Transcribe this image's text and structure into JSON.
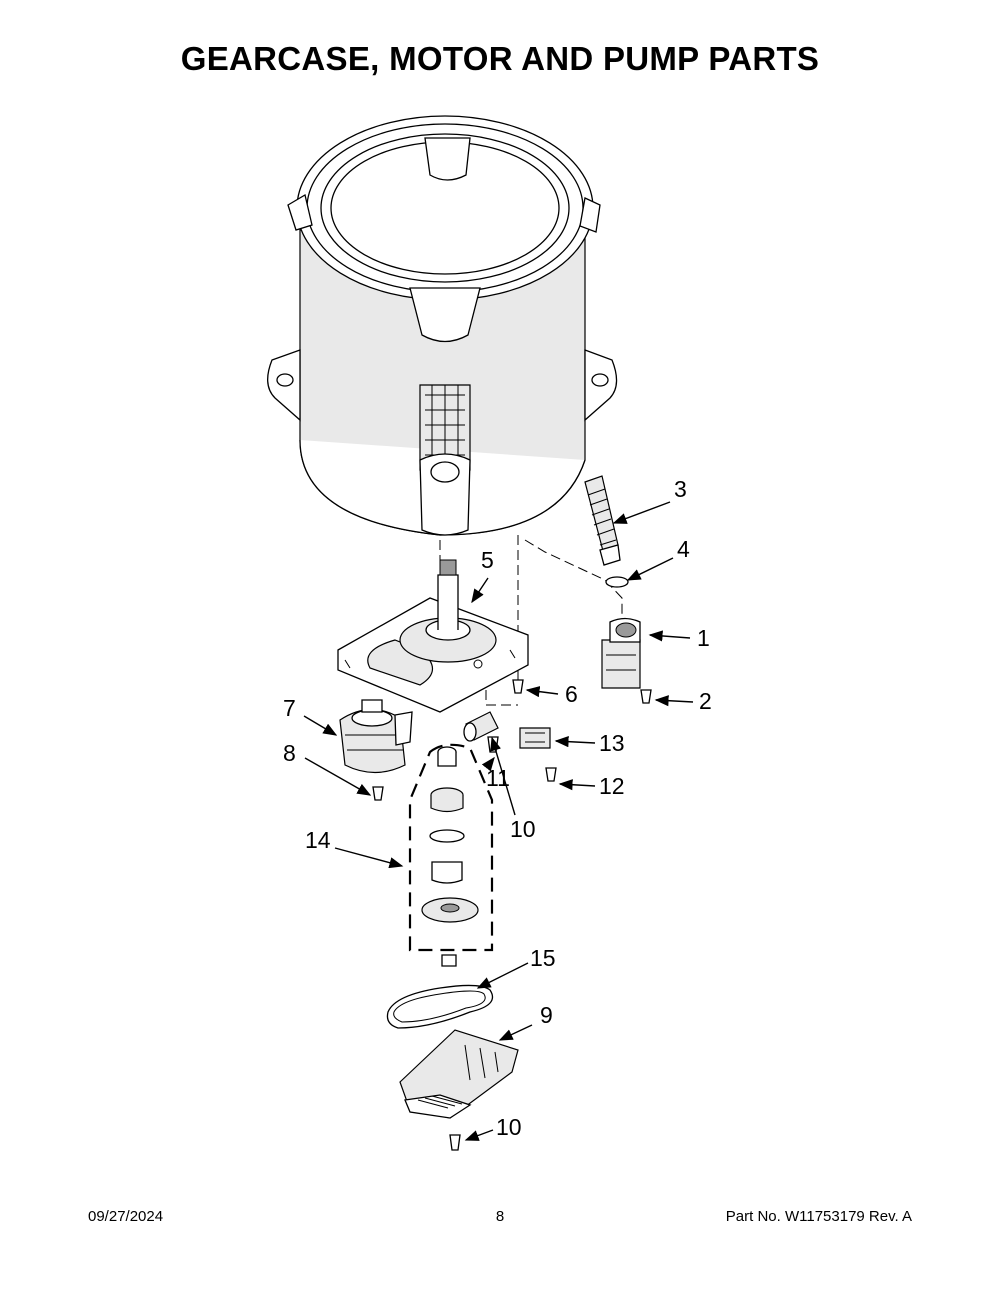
{
  "title": "GEARCASE, MOTOR AND PUMP PARTS",
  "callouts": {
    "c1": "1",
    "c2": "2",
    "c3": "3",
    "c4": "4",
    "c5": "5",
    "c6": "6",
    "c7": "7",
    "c8": "8",
    "c9": "9",
    "c10a": "10",
    "c10b": "10",
    "c11": "11",
    "c12": "12",
    "c13": "13",
    "c14": "14",
    "c15": "15"
  },
  "footer": {
    "date": "09/27/2024",
    "page": "8",
    "part_number": "Part No.  W11753179  Rev.  A"
  }
}
